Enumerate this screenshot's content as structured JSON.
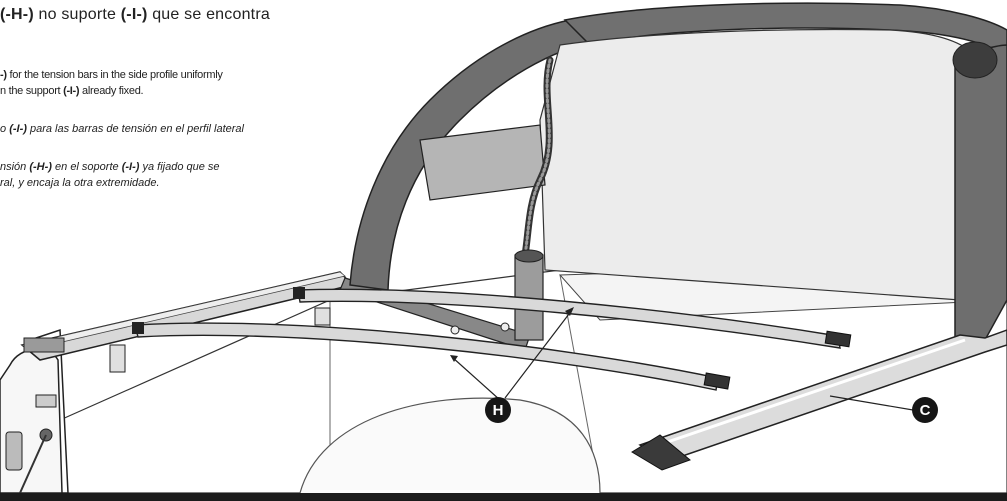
{
  "instructions": {
    "pt": {
      "part1": "(-H-)",
      "part2": " no suporte ",
      "part3": "(-I-)",
      "part4": " que se encontra"
    },
    "en": {
      "line1_mark": "-)",
      "line1_text": " for the tension bars in the side profile uniformly",
      "line2_text": "n the support ",
      "line2_mark": "(-I-)",
      "line2_end": " already fixed."
    },
    "es": {
      "line1_text": "o ",
      "line1_mark": "(-I-)",
      "line1_end": " para las barras de tensión en el perfil lateral",
      "line2_text": "nsión ",
      "line2_mark1": "(-H-)",
      "line2_mid": " en el soporte ",
      "line2_mark2": "(-I-)",
      "line2_end": " ya fijado que se",
      "line3_text": "ral, y encaja  la otra extremidade."
    }
  },
  "callouts": {
    "h": "H",
    "c": "C"
  }
}
